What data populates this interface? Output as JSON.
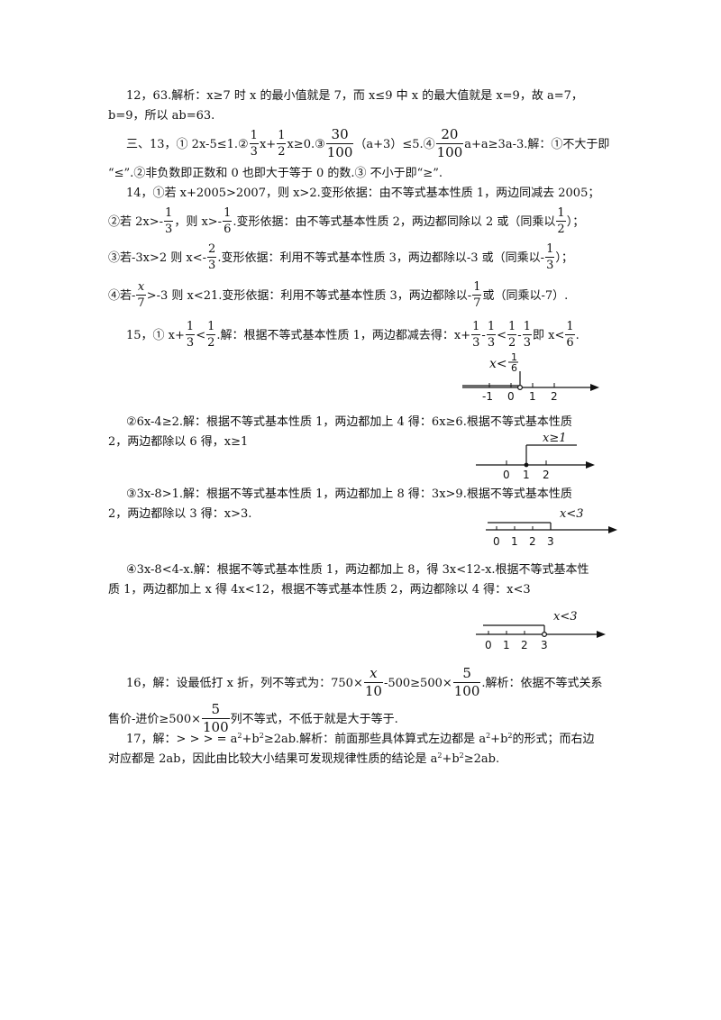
{
  "doc": {
    "p12": {
      "l1": "12，63.解析：x≥7 时 x 的最小值就是 7，而 x≤9 中 x 的最大值就是 x=9，故 a=7，",
      "l2": "b=9，所以 ab=63."
    },
    "p13": {
      "a": "三、13，① 2x-5≤1.②",
      "f1n": "1",
      "f1d": "3",
      "b": "x+",
      "f2n": "1",
      "f2d": "2",
      "c": "x≥0.③",
      "f3n": "30",
      "f3d": "100",
      "d": "（a+3）≤5.④",
      "f4n": "20",
      "f4d": "100",
      "e": "a+a≥3a-3.解：①不大于即",
      "l2": "“≤”.②非负数即正数和 0 也即大于等于 0 的数.③ 不小于即“≥”."
    },
    "p14": {
      "l1": "14，①若 x+2005>2007，则 x>2.变形依据：由不等式基本性质 1，两边同减去 2005；",
      "l2a": "②若 2x>-",
      "l2f1n": "1",
      "l2f1d": "3",
      "l2b": "，则 x>-",
      "l2f2n": "1",
      "l2f2d": "6",
      "l2c": ".变形依据：由不等式基本性质 2，两边都同除以 2 或（同乘以",
      "l2f3n": "1",
      "l2f3d": "2",
      "l2d": "）；",
      "l3a": "③若-3x>2 则 x<-",
      "l3f1n": "2",
      "l3f1d": "3",
      "l3b": ".变形依据：利用不等式基本性质 3，两边都除以-3 或（同乘以-",
      "l3f2n": "1",
      "l3f2d": "3",
      "l3c": "）；",
      "l4a": "④若-",
      "l4f1n": "x",
      "l4f1d": "7",
      "l4b": ">-3 则 x<21.变形依据：利用不等式基本性质 3，两边都除以-",
      "l4f2n": "1",
      "l4f2d": "7",
      "l4c": "或（同乘以-7）."
    },
    "p15": {
      "l1a": "15，① x+",
      "l1f1n": "1",
      "l1f1d": "3",
      "l1b": "<",
      "l1f2n": "1",
      "l1f2d": "2",
      "l1c": ".解：根据不等式基本性质 1，两边都减去得：x+",
      "l1f3n": "1",
      "l1f3d": "3",
      "l1d": "-",
      "l1f4n": "1",
      "l1f4d": "3",
      "l1e": "<",
      "l1f5n": "1",
      "l1f5d": "2",
      "l1f": "-",
      "l1f6n": "1",
      "l1f6d": "3",
      "l1g": "即 x<",
      "l1f7n": "1",
      "l1f7d": "6",
      "l1h": ".",
      "nl1": {
        "label": "x<",
        "fn": "1",
        "fd": "6",
        "ticks": [
          "-1",
          "0",
          "1",
          "2"
        ]
      },
      "p2l1": "②6x-4≥2.解：根据不等式基本性质 1，两边都加上 4 得：6x≥6.根据不等式基本性质",
      "p2l2": "2，两边都除以 6 得，x≥1",
      "nl2": {
        "label": "x≥1",
        "ticks": [
          "0",
          "1",
          "2"
        ]
      },
      "p3l1": "③3x-8>1.解：根据不等式基本性质 1，两边都加上 8 得：3x>9.根据不等式基本性质",
      "p3l2": "2，两边都除以 3 得：x>3.",
      "nl3": {
        "label": "x<3",
        "ticks": [
          "0",
          "1",
          "2",
          "3"
        ]
      },
      "p4l1": "④3x-8<4-x.解：根据不等式基本性质 1，两边都加上 8，得 3x<12-x.根据不等式基本性",
      "p4l2": "质 1，两边都加上 x 得 4x<12，根据不等式基本性质 2，两边都除以 4 得：x<3",
      "nl4": {
        "label": "x<3",
        "ticks": [
          "0",
          "1",
          "2",
          "3"
        ]
      }
    },
    "p16": {
      "l1a": "16，解：设最低打 x 折，列不等式为：750×",
      "f1n": "x",
      "f1d": "10",
      "l1b": "-500≥500×",
      "f2n": "5",
      "f2d": "100",
      "l1c": ".解析：依据不等式关系",
      "l2a": "售价-进价≥500×",
      "f3n": "5",
      "f3d": "100",
      "l2b": "列不等式，不低于就是大于等于."
    },
    "p17": {
      "l1a": "17，解：> > > = a",
      "s1": "2",
      "l1b": "+b",
      "s2": "2",
      "l1c": "≥2ab.解析：前面那些具体算式左边都是 a",
      "s3": "2",
      "l1d": "+b",
      "s4": "2",
      "l1e": "的形式；而右边",
      "l2a": "对应都是 2ab，因此由比较大小结果可发现规律性质的结论是 a",
      "s5": "2",
      "l2b": "+b",
      "s6": "2",
      "l2c": "≥2ab."
    }
  }
}
